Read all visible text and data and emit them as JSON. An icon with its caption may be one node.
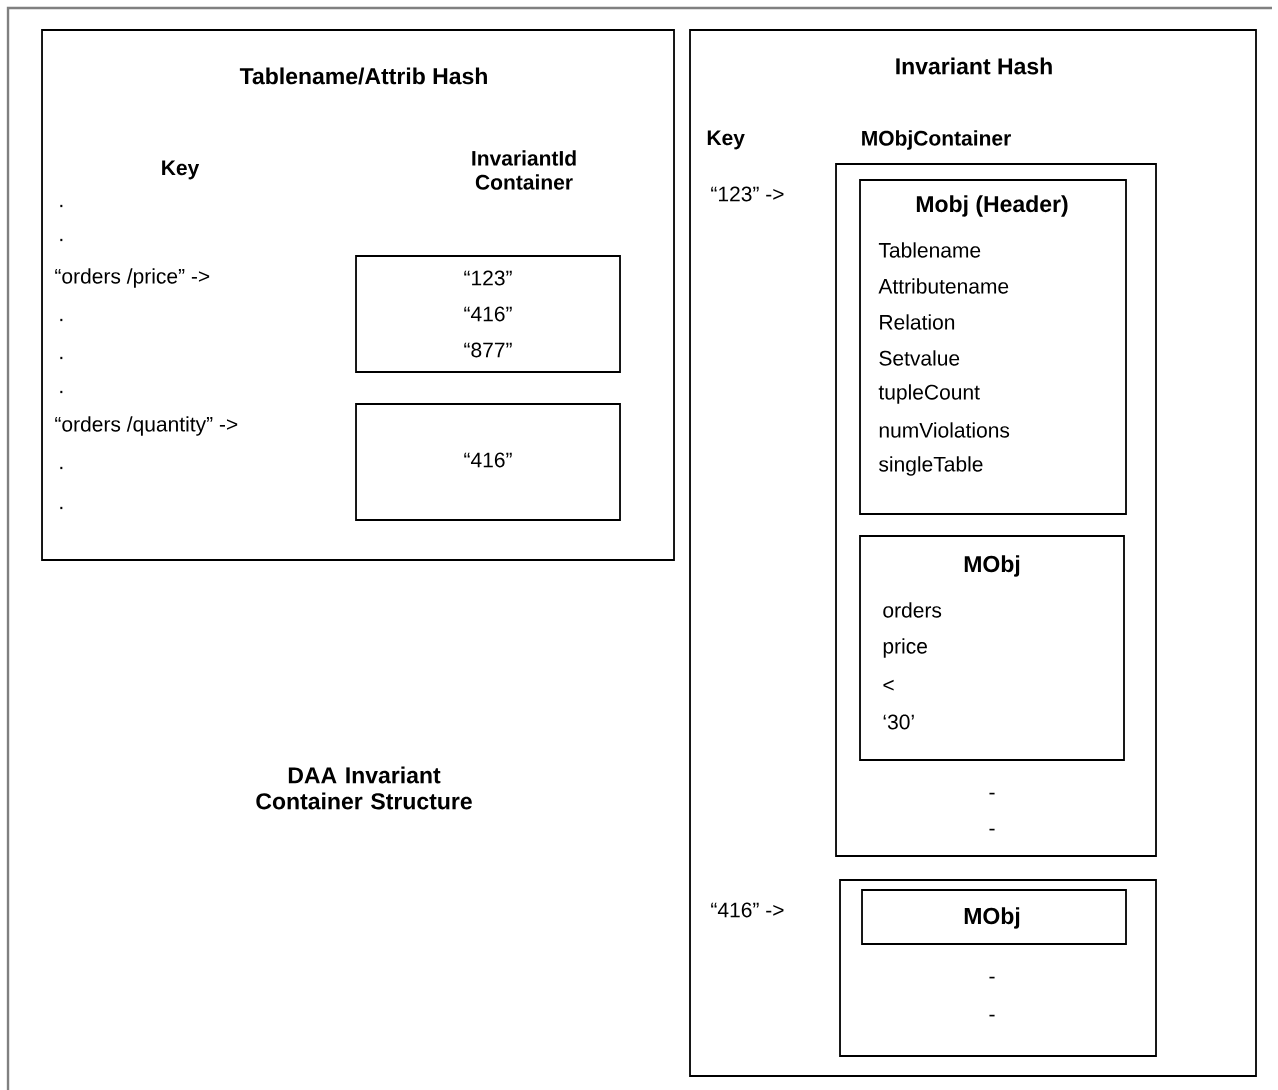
{
  "diagram": {
    "caption": "DAA Invariant Container Structure",
    "nodes": [
      {
        "text": [
          "Tablename/Attrib Hash"
        ]
      },
      {
        "text": [
          "“123”",
          "“416”",
          "“877”"
        ],
        "in": 0
      },
      {
        "text": [
          "“416”"
        ],
        "in": 0
      },
      {
        "text": [
          "Invariant Hash"
        ]
      },
      {
        "text": [
          "-",
          "-"
        ],
        "in": 3
      },
      {
        "text": [
          "Mobj (Header)",
          "Tablename",
          "Attributename",
          "Relation",
          "Setvalue",
          "tupleCount",
          "numViolations",
          "singleTable"
        ],
        "in": 4
      },
      {
        "text": [
          "MObj",
          "orders",
          "price",
          "<",
          "‘30’"
        ],
        "in": 4
      },
      {
        "text": [
          "-",
          "-"
        ],
        "in": 3
      },
      {
        "text": [
          "MObj"
        ],
        "in": 7
      }
    ],
    "labels": [
      "Key",
      "InvariantId Container",
      ".",
      ".",
      "“orders /price” ->",
      ".",
      ".",
      ".",
      "“orders /quantity” ->",
      ".",
      ".",
      "Key",
      "MObjContainer",
      "“123” ->",
      "“416” ->"
    ]
  }
}
